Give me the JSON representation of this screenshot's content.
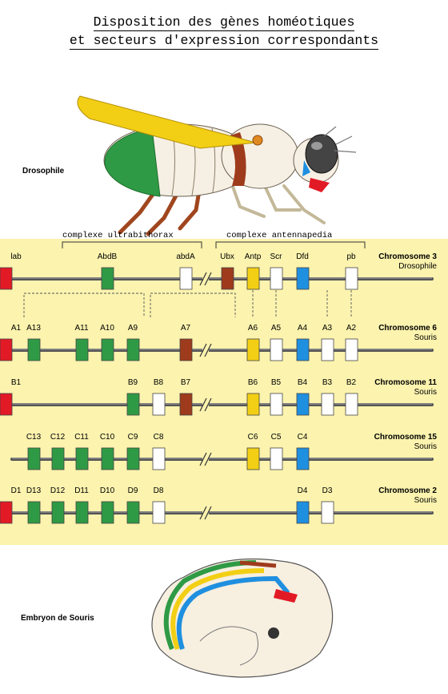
{
  "title_line1": "Disposition des gènes homéotiques",
  "title_line2": "et secteurs d'expression correspondants",
  "drosophile_label": "Drosophile",
  "embryon_label": "Embryon de Souris",
  "complex_left": "complexe ultrabithorax",
  "complex_right": "complexe antennapedia",
  "colors": {
    "green": "#2f9a45",
    "white": "#ffffff",
    "brown": "#9e3b1c",
    "yellow": "#f2cf14",
    "blue": "#1f8fe0",
    "red": "#e21a26",
    "panel": "#fbf3ae"
  },
  "chromosomes": [
    {
      "name": "Chromosome 3",
      "species": "Drosophile",
      "genes": [
        {
          "label": "AbdB",
          "slot": 3,
          "color": "green"
        },
        {
          "label": "abdA",
          "slot": 6,
          "color": "white"
        },
        {
          "label": "Ubx",
          "slot": 7,
          "color": "brown"
        },
        {
          "label": "Antp",
          "slot": 8,
          "color": "yellow"
        },
        {
          "label": "Scr",
          "slot": 9,
          "color": "white"
        },
        {
          "label": "Dfd",
          "slot": 10,
          "color": "blue"
        },
        {
          "label": "pb",
          "slot": 12,
          "color": "white"
        },
        {
          "label": "lab",
          "slot": 13,
          "color": "red"
        }
      ]
    },
    {
      "name": "Chromosome 6",
      "species": "Souris",
      "genes": [
        {
          "label": "A13",
          "slot": 0,
          "color": "green"
        },
        {
          "label": "A11",
          "slot": 2,
          "color": "green"
        },
        {
          "label": "A10",
          "slot": 3,
          "color": "green"
        },
        {
          "label": "A9",
          "slot": 4,
          "color": "green"
        },
        {
          "label": "A7",
          "slot": 6,
          "color": "brown"
        },
        {
          "label": "A6",
          "slot": 8,
          "color": "yellow"
        },
        {
          "label": "A5",
          "slot": 9,
          "color": "white"
        },
        {
          "label": "A4",
          "slot": 10,
          "color": "blue"
        },
        {
          "label": "A3",
          "slot": 11,
          "color": "white"
        },
        {
          "label": "A2",
          "slot": 12,
          "color": "white"
        },
        {
          "label": "A1",
          "slot": 13,
          "color": "red"
        }
      ]
    },
    {
      "name": "Chromosome 11",
      "species": "Souris",
      "genes": [
        {
          "label": "B9",
          "slot": 4,
          "color": "green"
        },
        {
          "label": "B8",
          "slot": 5,
          "color": "white"
        },
        {
          "label": "B7",
          "slot": 6,
          "color": "brown"
        },
        {
          "label": "B6",
          "slot": 8,
          "color": "yellow"
        },
        {
          "label": "B5",
          "slot": 9,
          "color": "white"
        },
        {
          "label": "B4",
          "slot": 10,
          "color": "blue"
        },
        {
          "label": "B3",
          "slot": 11,
          "color": "white"
        },
        {
          "label": "B2",
          "slot": 12,
          "color": "white"
        },
        {
          "label": "B1",
          "slot": 13,
          "color": "red"
        }
      ]
    },
    {
      "name": "Chromosome 15",
      "species": "Souris",
      "genes": [
        {
          "label": "C13",
          "slot": 0,
          "color": "green"
        },
        {
          "label": "C12",
          "slot": 1,
          "color": "green"
        },
        {
          "label": "C11",
          "slot": 2,
          "color": "green"
        },
        {
          "label": "C10",
          "slot": 3,
          "color": "green"
        },
        {
          "label": "C9",
          "slot": 4,
          "color": "green"
        },
        {
          "label": "C8",
          "slot": 5,
          "color": "white"
        },
        {
          "label": "C6",
          "slot": 8,
          "color": "yellow"
        },
        {
          "label": "C5",
          "slot": 9,
          "color": "white"
        },
        {
          "label": "C4",
          "slot": 10,
          "color": "blue"
        }
      ]
    },
    {
      "name": "Chromosome 2",
      "species": "Souris",
      "genes": [
        {
          "label": "D13",
          "slot": 0,
          "color": "green"
        },
        {
          "label": "D12",
          "slot": 1,
          "color": "green"
        },
        {
          "label": "D11",
          "slot": 2,
          "color": "green"
        },
        {
          "label": "D10",
          "slot": 3,
          "color": "green"
        },
        {
          "label": "D9",
          "slot": 4,
          "color": "green"
        },
        {
          "label": "D8",
          "slot": 5,
          "color": "white"
        },
        {
          "label": "D4",
          "slot": 10,
          "color": "blue"
        },
        {
          "label": "D3",
          "slot": 11,
          "color": "white"
        },
        {
          "label": "D1",
          "slot": 13,
          "color": "red"
        }
      ]
    }
  ]
}
